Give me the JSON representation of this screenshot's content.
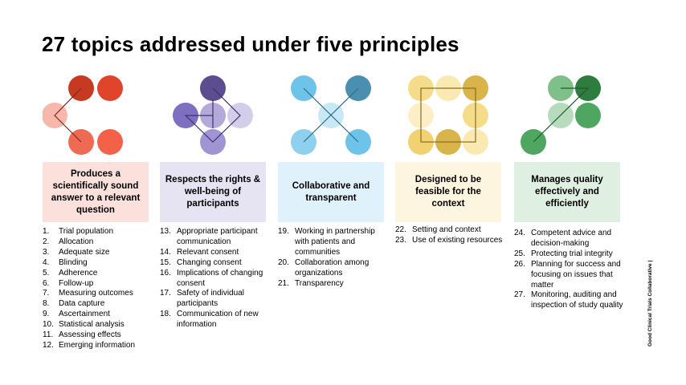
{
  "title": "27 topics addressed under five principles",
  "credit": "Good Clinical Trials Collaborative |",
  "principles": [
    {
      "header": "Produces a scientifically sound answer to a relevant question",
      "header_bg": "#fbe0dc",
      "topics": [
        {
          "num": "1.",
          "text": "Trial population"
        },
        {
          "num": "2.",
          "text": "Allocation"
        },
        {
          "num": "3.",
          "text": "Adequate size"
        },
        {
          "num": "4.",
          "text": "Blinding"
        },
        {
          "num": "5.",
          "text": "Adherence"
        },
        {
          "num": "6.",
          "text": "Follow-up"
        },
        {
          "num": "7.",
          "text": "Measuring outcomes"
        },
        {
          "num": "8.",
          "text": "Data capture"
        },
        {
          "num": "9.",
          "text": "Ascertainment"
        },
        {
          "num": "10.",
          "text": "Statistical analysis"
        },
        {
          "num": "11.",
          "text": "Assessing effects"
        },
        {
          "num": "12.",
          "text": "Emerging information"
        }
      ]
    },
    {
      "header": "Respects the rights & well-being of participants",
      "header_bg": "#e6e3f2",
      "topics": [
        {
          "num": "13.",
          "text": "Appropriate participant communication"
        },
        {
          "num": "14.",
          "text": "Relevant consent"
        },
        {
          "num": "15.",
          "text": "Changing consent"
        },
        {
          "num": "16.",
          "text": "Implications of changing consent"
        },
        {
          "num": "17.",
          "text": "Safety of individual participants"
        },
        {
          "num": "18.",
          "text": "Communication of new information"
        }
      ]
    },
    {
      "header": "Collaborative and transparent",
      "header_bg": "#dff1fa",
      "topics": [
        {
          "num": "19.",
          "text": "Working in partnership with patients and communities"
        },
        {
          "num": "20.",
          "text": "Collaboration among organizations"
        },
        {
          "num": "21.",
          "text": "Transparency"
        }
      ]
    },
    {
      "header": "Designed to be feasible for the context",
      "header_bg": "#fdf5e0",
      "topics": [
        {
          "num": "22.",
          "text": "Setting and context"
        },
        {
          "num": "23.",
          "text": "Use of existing resources"
        }
      ]
    },
    {
      "header": "Manages quality effectively and efficiently",
      "header_bg": "#dfefe2",
      "topics": [
        {
          "num": "24.",
          "text": "Competent advice and decision-making"
        },
        {
          "num": "25.",
          "text": "Protecting trial integrity"
        },
        {
          "num": "26.",
          "text": "Planning for success and focusing on issues that matter"
        },
        {
          "num": "27.",
          "text": "Monitoring, auditing and inspection of study quality"
        }
      ]
    }
  ]
}
